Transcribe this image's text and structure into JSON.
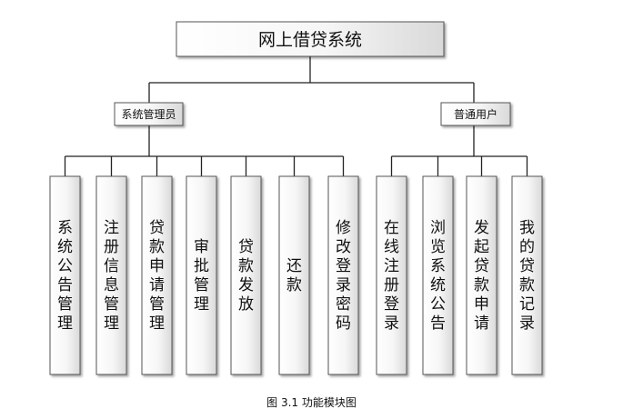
{
  "root": {
    "label": "网上借贷系统"
  },
  "groups": [
    {
      "label": "系统管理员",
      "children": [
        "系统公告管理",
        "注册信息管理",
        "贷款申请管理",
        "审批管理",
        "贷款发放",
        "还款",
        "修改登录密码"
      ]
    },
    {
      "label": "普通用户",
      "children": [
        "在线注册登录",
        "浏览系统公告",
        "发起贷款申请",
        "我的贷款记录"
      ]
    }
  ],
  "caption": "图 3.1 功能模块图"
}
